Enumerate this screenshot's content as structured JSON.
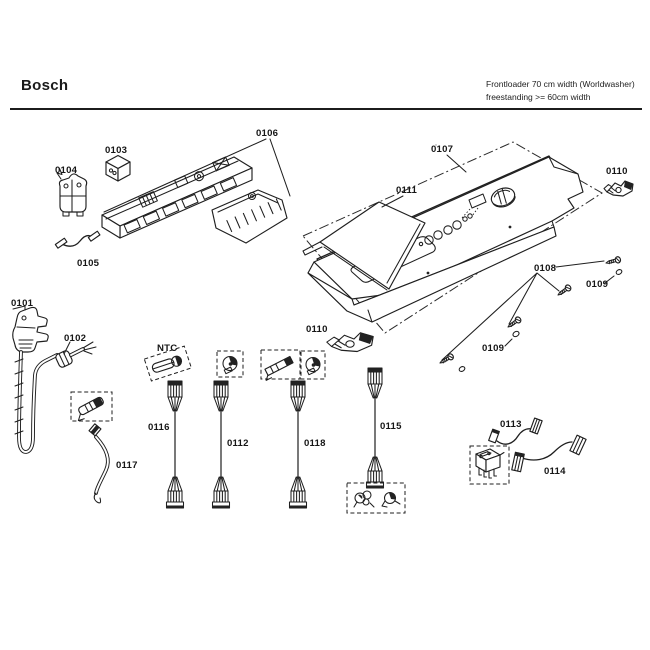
{
  "header": {
    "brand": "Bosch",
    "spec_line1": "Frontloader 70 cm width (Worldwasher)",
    "spec_line2": "freestanding >= 60cm width"
  },
  "callouts": {
    "c0101": "0101",
    "c0102": "0102",
    "c0103": "0103",
    "c0104": "0104",
    "c0105": "0105",
    "c0106": "0106",
    "c0107": "0107",
    "c0108": "0108",
    "c0109a": "0109",
    "c0109b": "0109",
    "c0110a": "0110",
    "c0110b": "0110",
    "c0111": "0111",
    "c0112": "0112",
    "c0113": "0113",
    "c0114": "0114",
    "c0115": "0115",
    "c0116": "0116",
    "c0117": "0117",
    "c0118": "0118",
    "ntc": "NTC"
  }
}
